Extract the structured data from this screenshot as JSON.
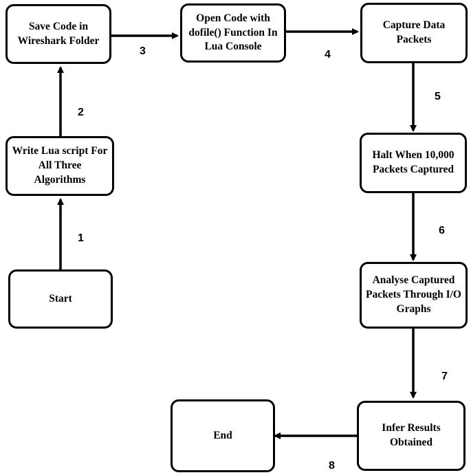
{
  "nodes": {
    "start": "Start",
    "write_script": "Write Lua script For All Three Algorithms",
    "save_code": "Save Code in Wireshark Folder",
    "open_code": "Open Code with dofile() Function In Lua Console",
    "capture": "Capture Data Packets",
    "halt": "Halt When 10,000 Packets Captured",
    "analyse": "Analyse Captured Packets Through I/O Graphs",
    "infer": "Infer Results Obtained",
    "end": "End"
  },
  "steps": [
    "1",
    "2",
    "3",
    "4",
    "5",
    "6",
    "7",
    "8"
  ],
  "colors": {
    "stroke": "#000000",
    "background": "#ffffff"
  }
}
